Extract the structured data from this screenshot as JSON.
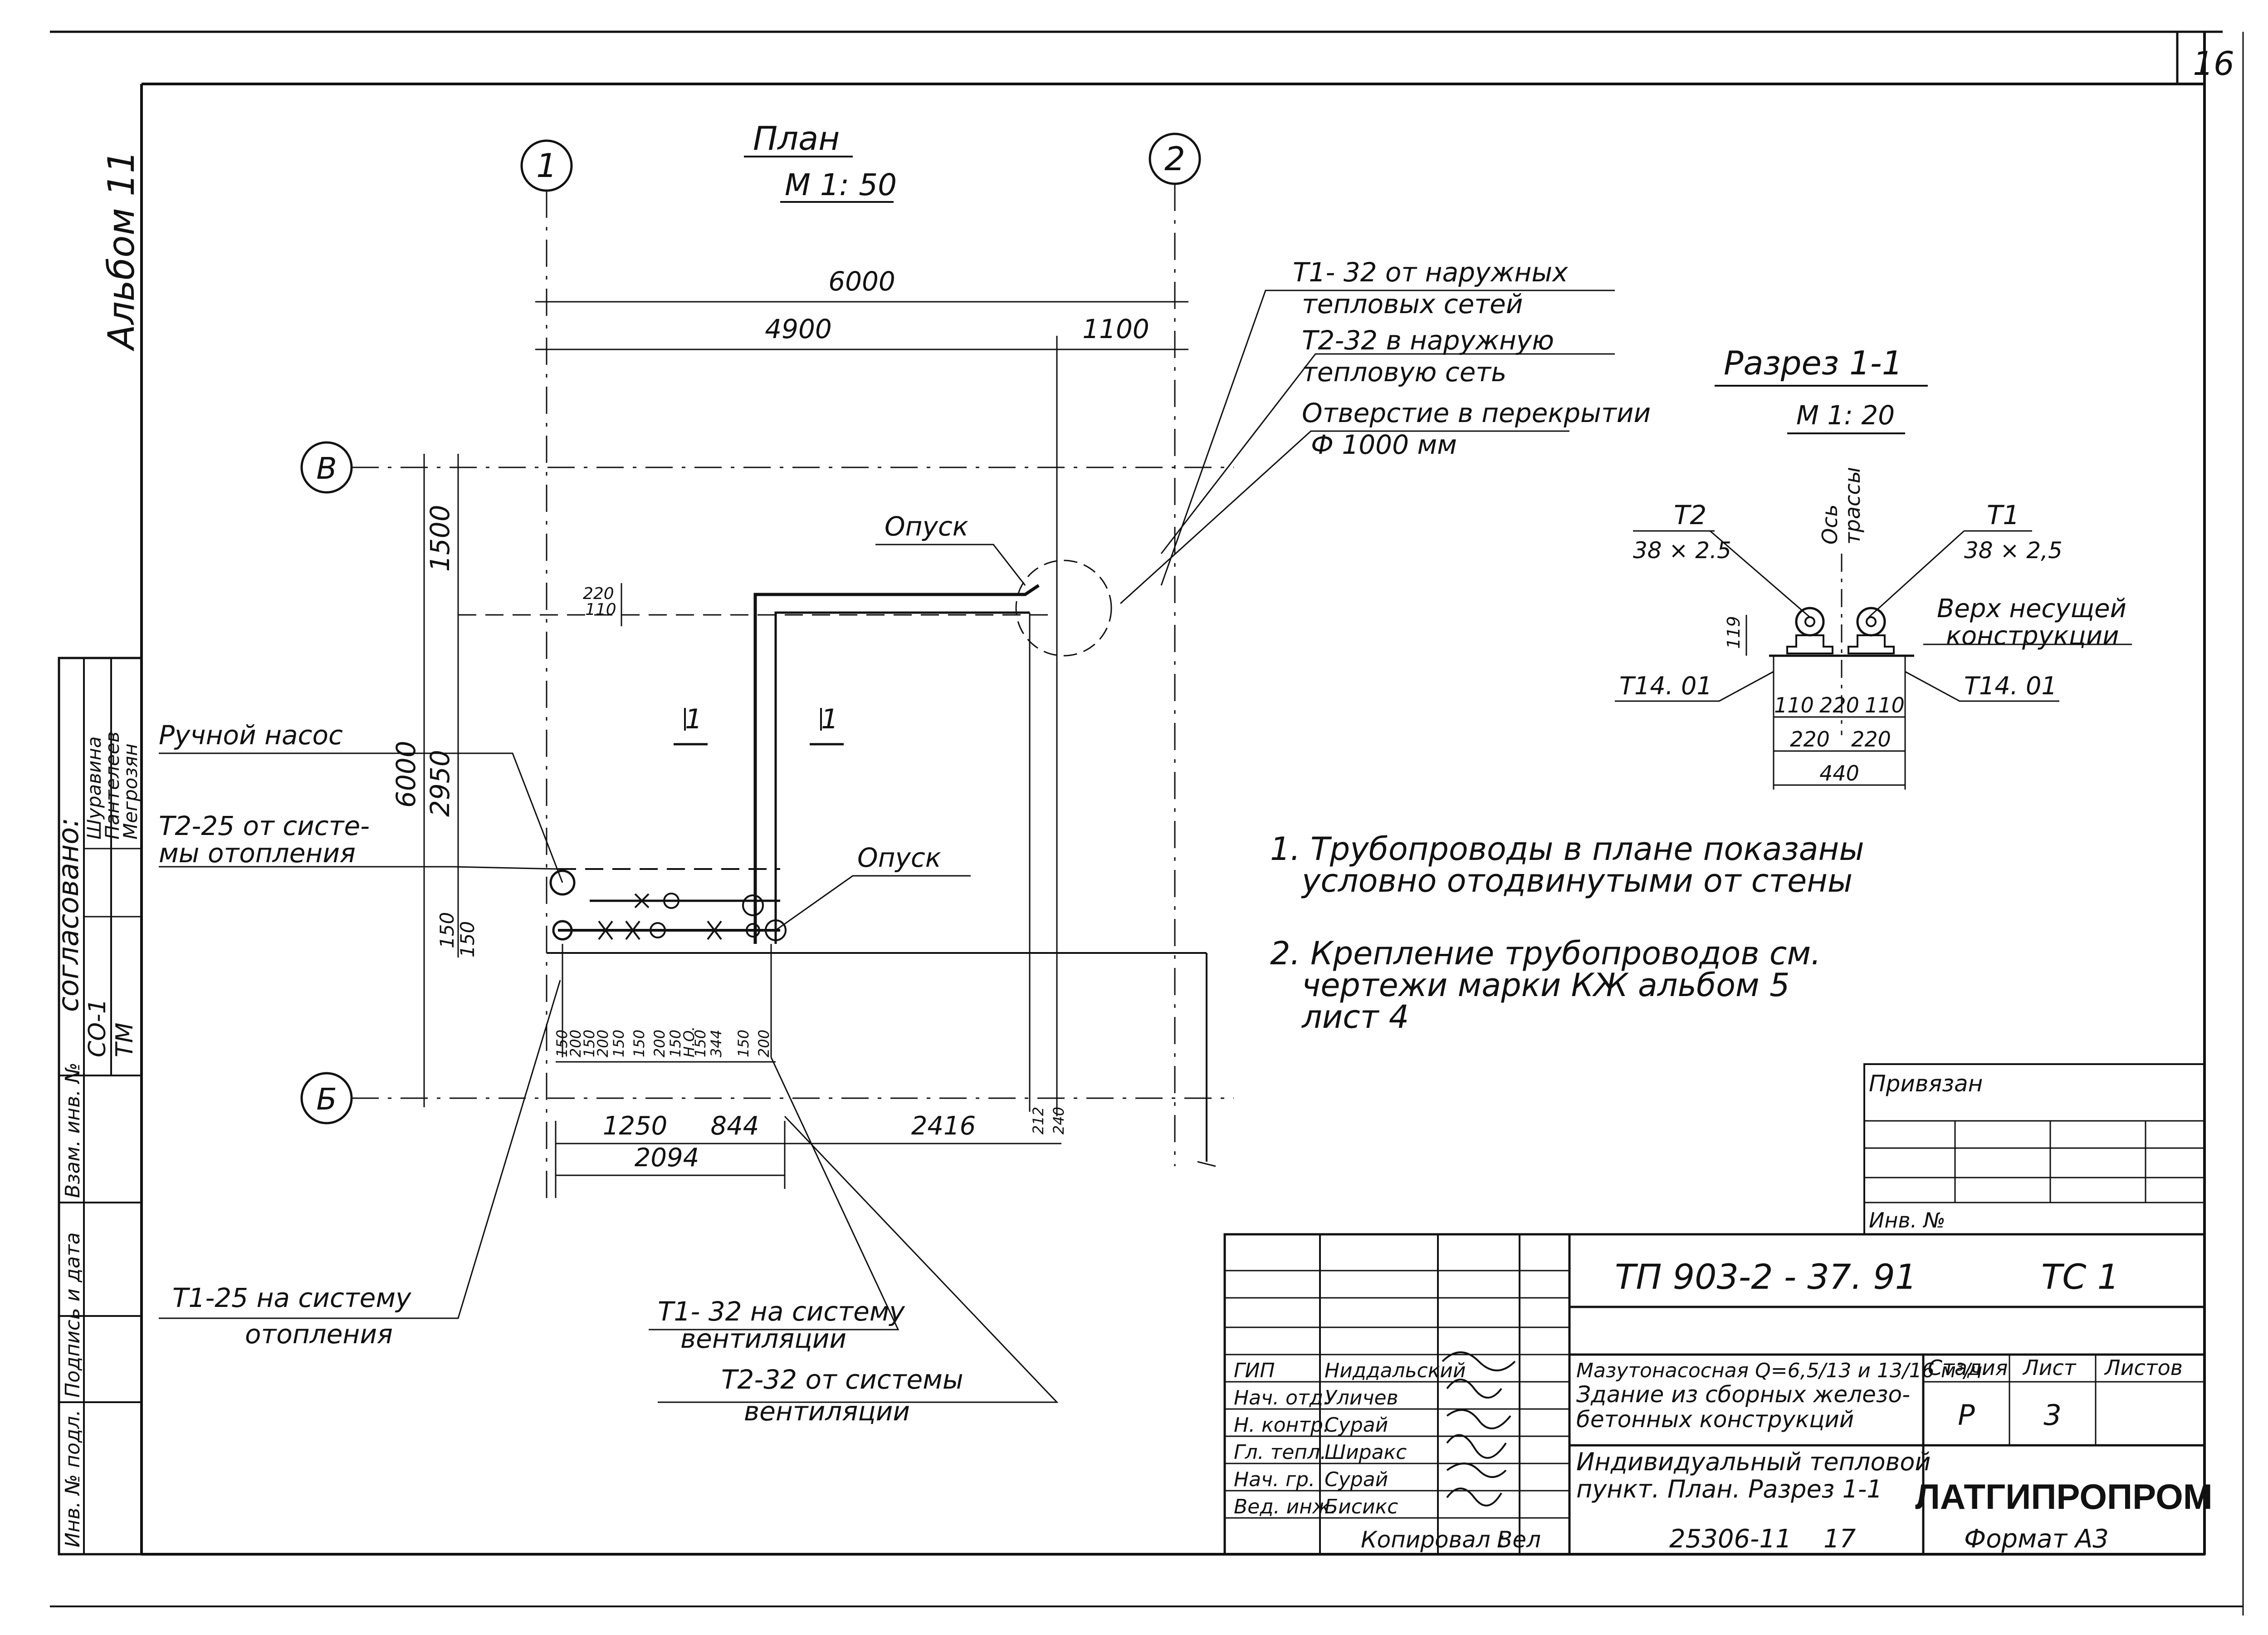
{
  "sheet_number": "16",
  "album_label": "Альбом 11",
  "plan": {
    "title": "План",
    "scale": "М 1: 50",
    "axes": {
      "col1": "1",
      "col2": "2",
      "rowB": "В",
      "rowA": "Б"
    },
    "dims_top": {
      "total": "6000",
      "left": "4900",
      "right": "1100"
    },
    "dims_left": {
      "d1500": "1500",
      "d6000": "6000",
      "d2950": "2950",
      "d150": "150",
      "d100": "150"
    },
    "dims_small": {
      "d220": "220",
      "d110": "110"
    },
    "dims_bottom": {
      "d1250": "1250",
      "d844": "844",
      "d2416": "2416",
      "d2094": "2094",
      "d212": "212",
      "d240": "240"
    },
    "dims_between": [
      "150",
      "200",
      "150",
      "200",
      "150",
      "150",
      "200",
      "150",
      "H.O.",
      "150",
      "344",
      "150",
      "200"
    ],
    "section_marks": [
      "1",
      "1"
    ],
    "labels": {
      "t1_32_from": "Т1- 32  от наружных",
      "t1_32_from_2": "тепловых сетей",
      "t2_32_to": "Т2-32 в наружную",
      "t2_32_to_2": "тепловую  сеть",
      "hole": "Отверстие в перекрытии",
      "hole_2": "Ф 1000 мм",
      "opusk_top": "Опуск",
      "opusk_mid": "Опуск",
      "pump": "Ручной  насос",
      "t2_25": "Т2-25 от  систе-",
      "t2_25_2": "мы отопления",
      "t1_25": "Т1-25 на систему",
      "t1_25_2": "отопления",
      "t1_32_vent": "Т1- 32 на систему",
      "t1_32_vent_2": "вентиляции",
      "t2_32_vent": "Т2-32  от системы",
      "t2_32_vent_2": "вентиляции"
    }
  },
  "section": {
    "title": "Разрез  1-1",
    "scale": "М 1: 20",
    "t2": "Т2",
    "t2_size": "38 × 2.5",
    "t1": "Т1",
    "t1_size": "38 × 2,5",
    "axis_1": "Ось",
    "axis_2": "трассы",
    "top_label_1": "Верх несущей",
    "top_label_2": "конструкции",
    "support_left": "Т14. 01",
    "support_right": "Т14. 01",
    "d119": "119",
    "d110a": "110",
    "d220a": "220",
    "d110b": "110",
    "d220b": "220",
    "d220c": "220",
    "d440": "440"
  },
  "notes": [
    "1. Трубопроводы в плане показаны",
    "условно  отодвинутыми  от стены",
    "2. Крепление  трубопроводов  см.",
    "чертежи марки КЖ  альбом 5",
    "лист 4"
  ],
  "approval": {
    "header": "согласовано:",
    "rows": [
      {
        "code": "СО-1",
        "name": "Шуравина"
      },
      {
        "code": "",
        "name": "Пантелеев"
      },
      {
        "code": "ТМ",
        "name": "Мегрозян"
      }
    ]
  },
  "side_stamp": [
    "Инв. № подл.",
    "Подпись и дата",
    "Взам. инв. №"
  ],
  "binding": {
    "label": "Привязан",
    "inv": "Инв. №"
  },
  "title_block": {
    "code": "ТП 903-2 - 37. 91",
    "mark": "ТС 1",
    "desc_1": "Мазутонасосная Q=6,5/13 и 13/16 м³/ч",
    "desc_2": "Здание из сборных железо-",
    "desc_3": "бетонных конструкций",
    "sheet_title_1": "Индивидуальный тепловой",
    "sheet_title_2": "пункт. План. Разрез 1-1",
    "stage_label": "Стадия",
    "sheet_label": "Лист",
    "sheets_label": "Листов",
    "stage": "Р",
    "sheet": "3",
    "sheets": "",
    "org": "ЛАТГИПРОПРОМ",
    "people": [
      {
        "role": "ГИП",
        "name": "Ниддальский"
      },
      {
        "role": "Нач. отд.",
        "name": "Уличев"
      },
      {
        "role": "Н. контр.",
        "name": "Сурай"
      },
      {
        "role": "Гл. тепл.",
        "name": "Ширакс"
      },
      {
        "role": "Нач. гр.",
        "name": "Сурай"
      },
      {
        "role": "Вед. инж.",
        "name": "Бисикс"
      }
    ],
    "copied": "Копировал :",
    "copied_by": "Вел",
    "order": "25306-11",
    "order_sheet": "17",
    "format": "Формат А3"
  }
}
